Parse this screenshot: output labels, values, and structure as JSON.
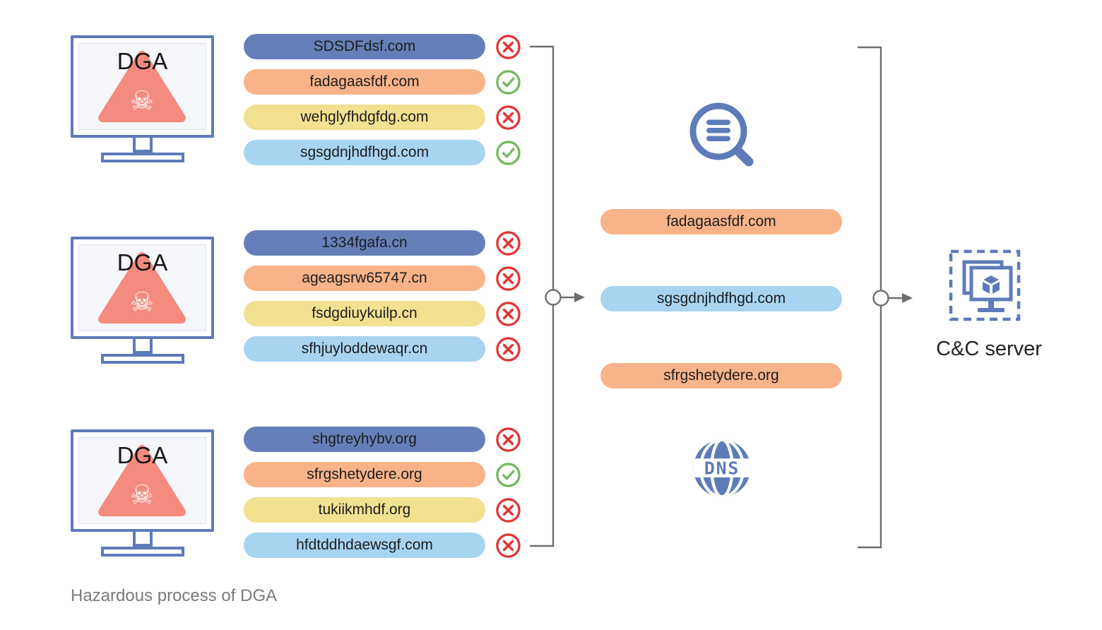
{
  "caption": "Hazardous process of DGA",
  "groups": [
    {
      "machine_label": "DGA",
      "domains": [
        {
          "name": "SDSDFdsf.com",
          "status": "blocked",
          "pill_color": "#667fba"
        },
        {
          "name": "fadagaasfdf.com",
          "status": "allowed",
          "pill_color": "#f8b388"
        },
        {
          "name": "wehglyfhdgfdg.com",
          "status": "blocked",
          "pill_color": "#f1e190"
        },
        {
          "name": "sgsgdnjhdfhgd.com",
          "status": "allowed",
          "pill_color": "#a7d4f1"
        }
      ]
    },
    {
      "machine_label": "DGA",
      "domains": [
        {
          "name": "1334fgafa.cn",
          "status": "blocked",
          "pill_color": "#667fba"
        },
        {
          "name": "ageagsrw65747.cn",
          "status": "blocked",
          "pill_color": "#f8b388"
        },
        {
          "name": "fsdgdiuykuilp.cn",
          "status": "blocked",
          "pill_color": "#f1e190"
        },
        {
          "name": "sfhjuyloddewaqr.cn",
          "status": "blocked",
          "pill_color": "#a7d4f1"
        }
      ]
    },
    {
      "machine_label": "DGA",
      "domains": [
        {
          "name": "shgtreyhybv.org",
          "status": "blocked",
          "pill_color": "#667fba"
        },
        {
          "name": "sfrgshetydere.org",
          "status": "allowed",
          "pill_color": "#f8b388"
        },
        {
          "name": "tukiikmhdf.org",
          "status": "blocked",
          "pill_color": "#f1e190"
        },
        {
          "name": "hfdtddhdaewsgf.com",
          "status": "blocked",
          "pill_color": "#a7d4f1"
        }
      ]
    }
  ],
  "resolver": {
    "resolved_domains": [
      {
        "name": "fadagaasfdf.com",
        "pill_color": "#f8b388"
      },
      {
        "name": "sgsgdnjhdfhgd.com",
        "pill_color": "#a7d4f1"
      },
      {
        "name": "sfrgshetydere.org",
        "pill_color": "#f8b388"
      }
    ],
    "dns_label": "DNS"
  },
  "server": {
    "label": "C&C server"
  },
  "icons": {
    "skull_glyph": "☠"
  },
  "colors": {
    "accent_blue": "#5e7bb9",
    "pill_blue": "#667fba",
    "pill_orange": "#f8b388",
    "pill_yellow": "#f1e190",
    "pill_sky": "#a7d4f1",
    "triangle_red": "#f58b7e",
    "blocked_red": "#e23434",
    "allowed_green": "#72b85f",
    "connector_gray": "#6e6e6e",
    "caption_gray": "#7b7b7b"
  }
}
